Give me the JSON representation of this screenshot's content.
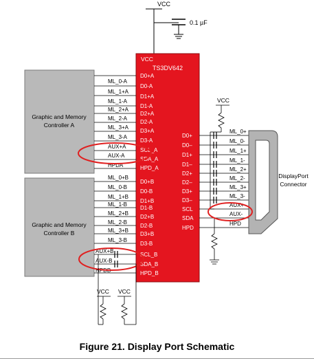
{
  "caption": "Figure 21. Display Port Schematic",
  "supply": {
    "vcc": "VCC",
    "capacitor": "0.1 µF"
  },
  "chip": {
    "vcc": "VCC",
    "name": "TS3DV642",
    "left_pins_a": [
      "D0+A",
      "D0-A",
      "D1+A",
      "D1-A",
      "D2+A",
      "D2-A",
      "D3+A",
      "D3-A",
      "SCL_A",
      "SDA_A",
      "HPD_A"
    ],
    "left_pins_b": [
      "D0+B",
      "D0-B",
      "D1+B",
      "D1-B",
      "D2+B",
      "D2-B",
      "D3+B",
      "D3-B",
      "SCL_B",
      "SDA_B",
      "HPD_B"
    ],
    "right_pins": [
      "D0+",
      "D0–",
      "D1+",
      "D1–",
      "D2+",
      "D2–",
      "D3+",
      "D3–",
      "SCL",
      "SDA",
      "HPD"
    ]
  },
  "controller_a": {
    "name": "Graphic and Memory Controller A",
    "signals": [
      "ML_0-A",
      "ML_1+A",
      "ML_1-A",
      "ML_2+A",
      "ML_2-A",
      "ML_3+A",
      "ML_3-A",
      "AUX+A",
      "AUX-A",
      "HPDA"
    ]
  },
  "controller_b": {
    "name": "Graphic and Memory Controller B",
    "signals": [
      "ML_0+B",
      "ML_0-B",
      "ML_1+B",
      "ML_1-B",
      "ML_2+B",
      "ML_2-B",
      "ML_3+B",
      "ML_3-B",
      "AUX+B",
      "AUX-B",
      "HPDB"
    ]
  },
  "connector": {
    "name": "DisplayPort Connector",
    "vcc": "VCC",
    "signals": [
      "ML_0+",
      "ML_0-",
      "ML_1+",
      "ML_1-",
      "ML_2+",
      "ML_2-",
      "ML_3+",
      "ML_3-",
      "AUX+",
      "AUX-",
      "HPD"
    ]
  },
  "pullups": {
    "vcc_left": "VCC",
    "vcc_right": "VCC"
  },
  "colors": {
    "chip_fill": "#e4151f",
    "chip_stroke": "#8c0d12",
    "controller_fill": "#b9b9b9",
    "connector_fill": "#b3b3b3",
    "highlight_ellipse": "#e02020",
    "wire": "#000000"
  }
}
